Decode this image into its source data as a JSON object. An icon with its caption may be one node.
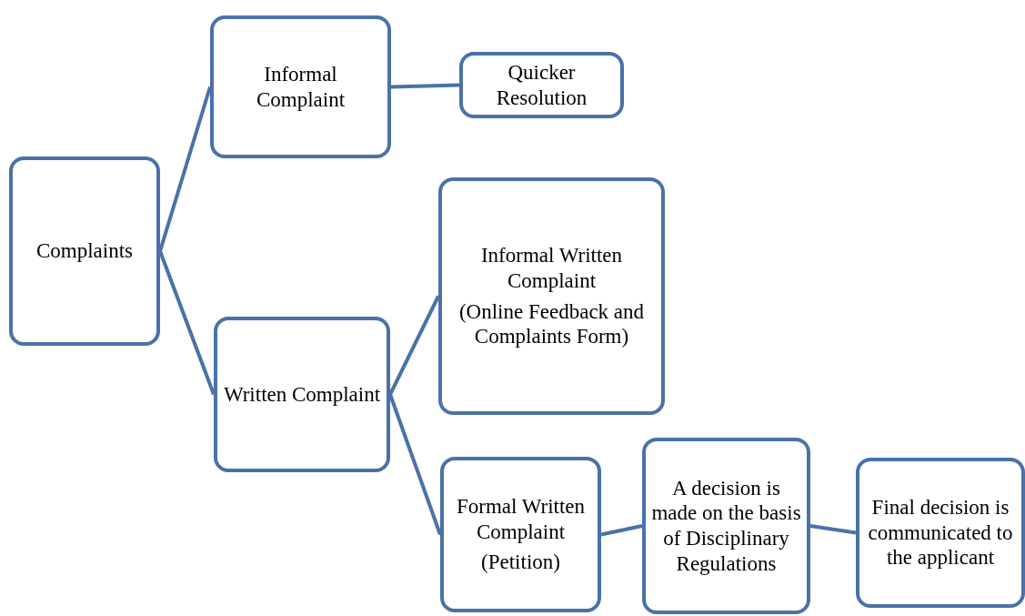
{
  "diagram": {
    "nodes": [
      {
        "text": [
          "Complaints"
        ]
      },
      {
        "text": [
          "Informal Complaint"
        ]
      },
      {
        "text": [
          "Quicker Resolution"
        ]
      },
      {
        "text": [
          "Written Complaint"
        ]
      },
      {
        "text": [
          "Informal Written Complaint",
          "(Online Feedback and Complaints Form)"
        ]
      },
      {
        "text": [
          "Formal Written Complaint",
          "(Petition)"
        ]
      },
      {
        "text": [
          "A decision is made on the basis of Disciplinary Regulations"
        ]
      },
      {
        "text": [
          "Final decision is communicated to the applicant"
        ]
      }
    ],
    "edges": [
      {
        "from": 0,
        "to": 1,
        "arrow": "none"
      },
      {
        "from": 0,
        "to": 3,
        "arrow": "none"
      },
      {
        "from": 1,
        "to": 2,
        "arrow": "none"
      },
      {
        "from": 3,
        "to": 4,
        "arrow": "none"
      },
      {
        "from": 3,
        "to": 5,
        "arrow": "none"
      },
      {
        "from": 5,
        "to": 6,
        "arrow": "none"
      },
      {
        "from": 6,
        "to": 7,
        "arrow": "none"
      }
    ]
  }
}
